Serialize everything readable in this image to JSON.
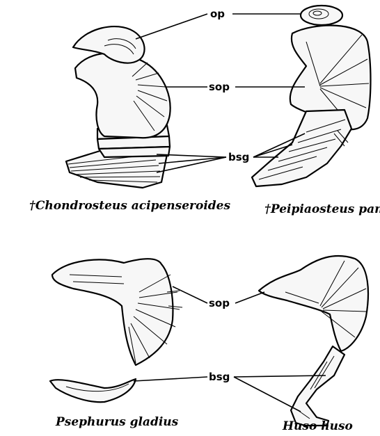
{
  "labels": {
    "op": "op",
    "sop": "sop",
    "bsg": "bsg"
  },
  "species": {
    "chondrosteus": "†Chondrosteus acipenseroides",
    "peipiaosteus": "†Peipiaosteus pani",
    "psephurus": "Psephurus gladius",
    "huso": "Huso huso"
  }
}
